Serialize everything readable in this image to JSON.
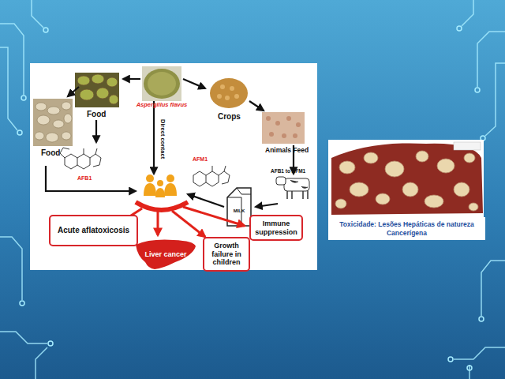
{
  "diagram": {
    "nodes": [
      {
        "text": [
          "Acute aflatoxicosis"
        ]
      },
      {
        "text": [
          "Liver cancer"
        ]
      },
      {
        "text": [
          "Growth failure in children"
        ]
      },
      {
        "text": [
          "Immune suppression"
        ]
      },
      {
        "text": [
          "Toxicidade: Lesões Hepáticas de natureza Cancerígena"
        ]
      }
    ],
    "labels": [
      "Food",
      "Aspergillus flavus",
      "Crops",
      "Food",
      "Direct contact",
      "Animals Feed",
      "AFB1",
      "AFM1",
      "AFB1 to AFM1",
      "MILK"
    ]
  }
}
